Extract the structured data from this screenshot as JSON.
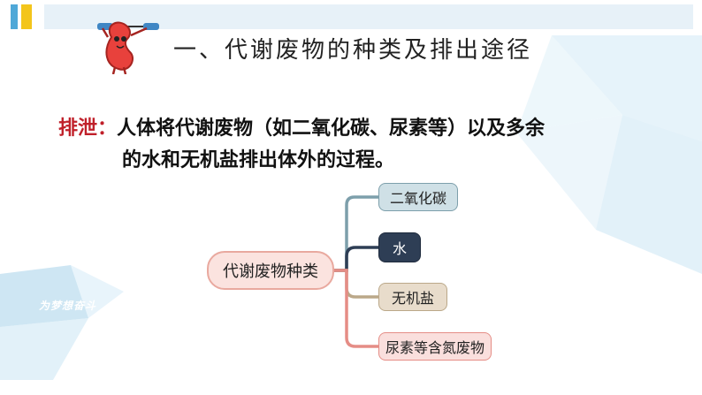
{
  "slide": {
    "title": "一、代谢废物的种类及排出途径",
    "definition": {
      "label": "排泄：",
      "line1": "人体将代谢废物（如二氧化碳、尿素等）以及多余",
      "line2": "的水和无机盐排出体外的过程。"
    },
    "mindmap": {
      "root": "代谢废物种类",
      "leaves": [
        "二氧化碳",
        "水",
        "无机盐",
        "尿素等含氮废物"
      ]
    },
    "watermark": "为梦想奋斗"
  },
  "colors": {
    "accent_red": "#c0202a",
    "bar_blue": "#4fa8d8",
    "bar_yellow": "#f3c51b",
    "branch_teal": "#7d9fab",
    "branch_navy": "#2e3e55",
    "branch_tan": "#bba889",
    "branch_pink": "#e58d86"
  },
  "icons": [
    "kidney-mascot-icon"
  ]
}
